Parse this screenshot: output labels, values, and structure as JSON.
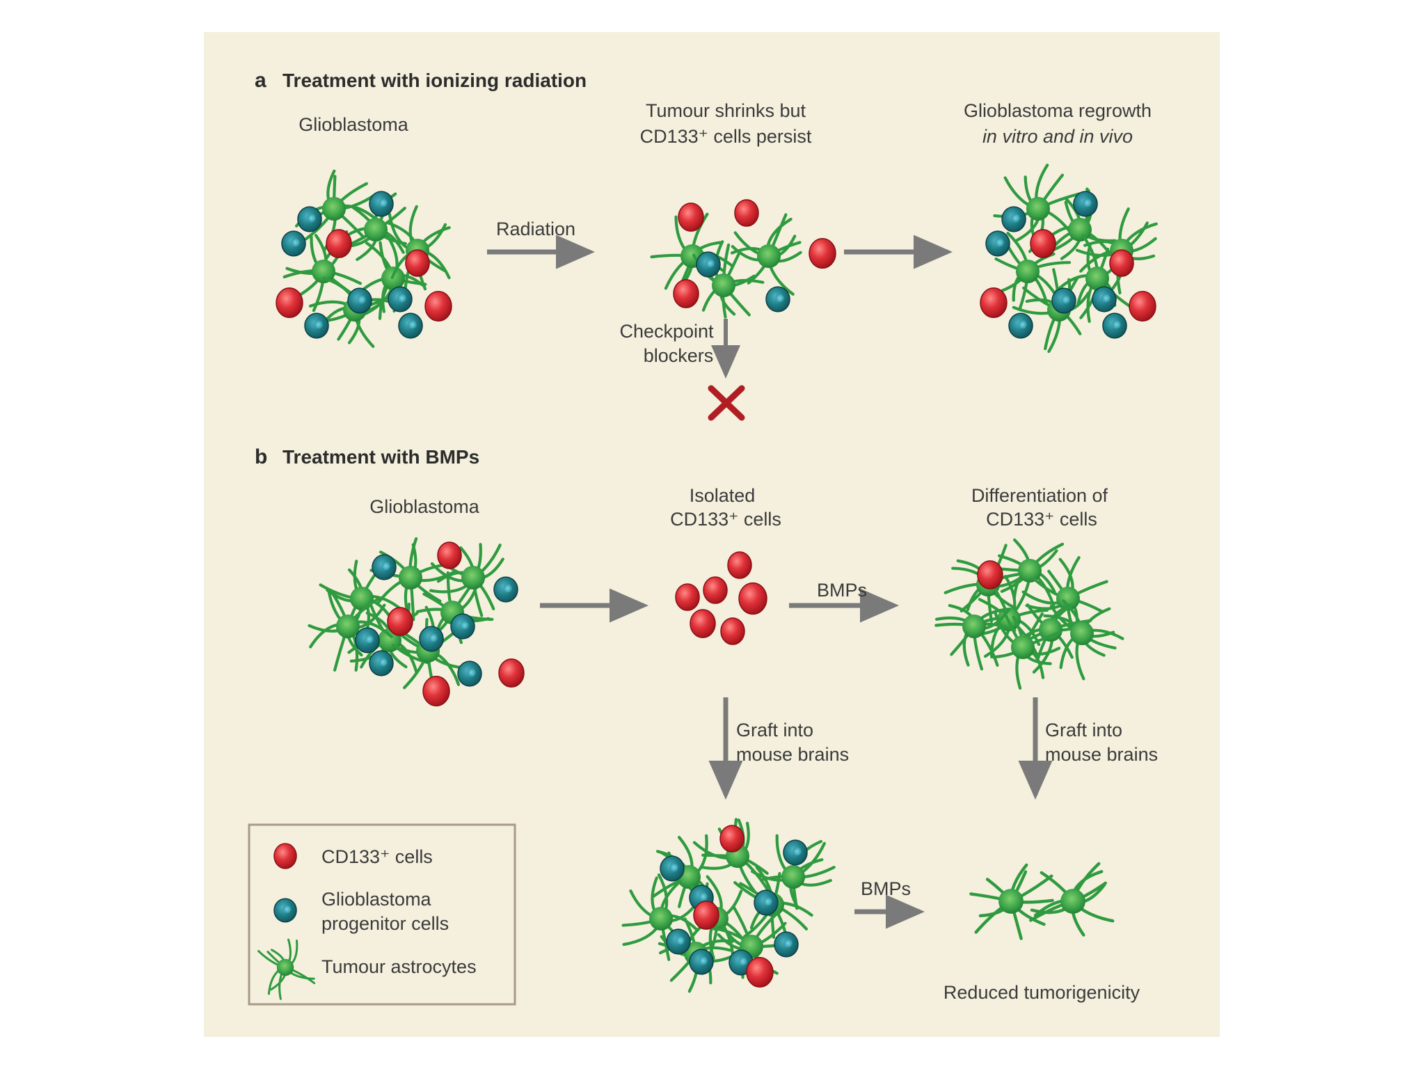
{
  "colors": {
    "background": "#f4f0dd",
    "cd133_cell": "#d8262e",
    "progenitor_cell": "#1e7a7a",
    "astrocyte": "#3aa348",
    "arrow": "#7a7a7a",
    "cross": "#b01e23"
  },
  "panel_a": {
    "letter": "a",
    "title": "Treatment with ionizing radiation",
    "glioblastoma": "Glioblastoma",
    "shrink_line1": "Tumour shrinks but",
    "shrink_line2": "CD133⁺ cells persist",
    "regrowth_line1": "Glioblastoma regrowth",
    "regrowth_line2": "in vitro and in vivo",
    "radiation": "Radiation",
    "checkpoint_line1": "Checkpoint",
    "checkpoint_line2": "blockers",
    "blocked_icon": "cross-icon"
  },
  "panel_b": {
    "letter": "b",
    "title": "Treatment with BMPs",
    "glioblastoma": "Glioblastoma",
    "isolated_line1": "Isolated",
    "isolated_line2": "CD133⁺ cells",
    "differentiation_line1": "Differentiation of",
    "differentiation_line2": "CD133⁺ cells",
    "bmps_top": "BMPs",
    "graft_line1": "Graft into",
    "graft_line2": "mouse brains",
    "graft2_line1": "Graft into",
    "graft2_line2": "mouse brains",
    "bmps_bottom": "BMPs",
    "reduced": "Reduced tumorigenicity"
  },
  "legend": {
    "cd133": "CD133⁺ cells",
    "progenitor_line1": "Glioblastoma",
    "progenitor_line2": "progenitor cells",
    "astrocytes": "Tumour astrocytes"
  }
}
